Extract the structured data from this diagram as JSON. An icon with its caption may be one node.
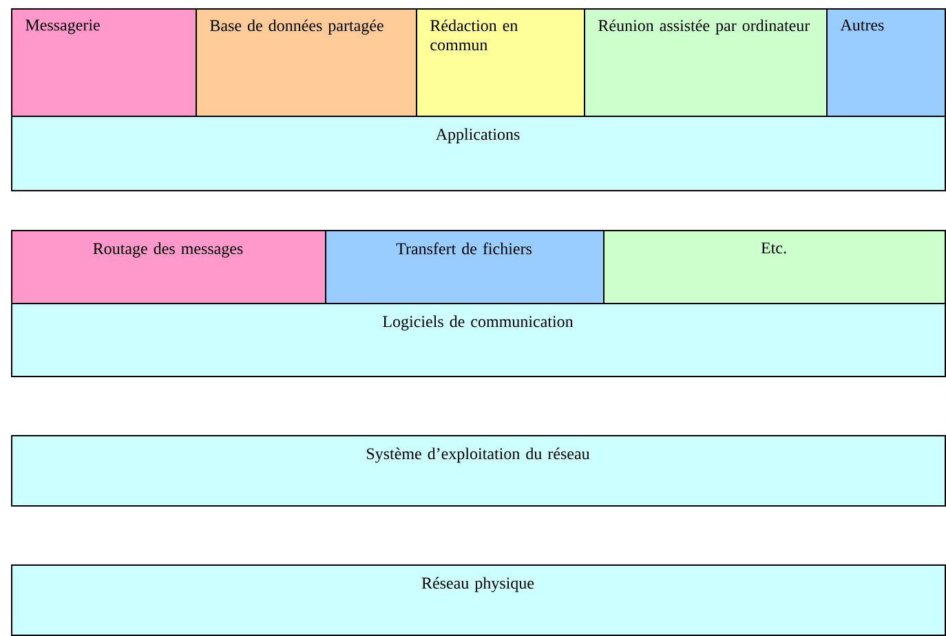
{
  "diagram": {
    "nodes": [
      {
        "text": [
          "Messagerie"
        ]
      },
      {
        "text": [
          "Base de données partagée"
        ]
      },
      {
        "text": [
          "Rédaction en commun"
        ]
      },
      {
        "text": [
          "Réunion assistée par ordinateur"
        ]
      },
      {
        "text": [
          "Autres"
        ]
      },
      {
        "text": [
          "Applications"
        ]
      },
      {
        "text": [
          "Routage des messages"
        ]
      },
      {
        "text": [
          "Transfert de fichiers"
        ]
      },
      {
        "text": [
          "Etc."
        ]
      },
      {
        "text": [
          "Logiciels de communication"
        ]
      },
      {
        "text": [
          "Système d’exploitation du réseau"
        ]
      },
      {
        "text": [
          "Réseau physique"
        ]
      }
    ]
  }
}
